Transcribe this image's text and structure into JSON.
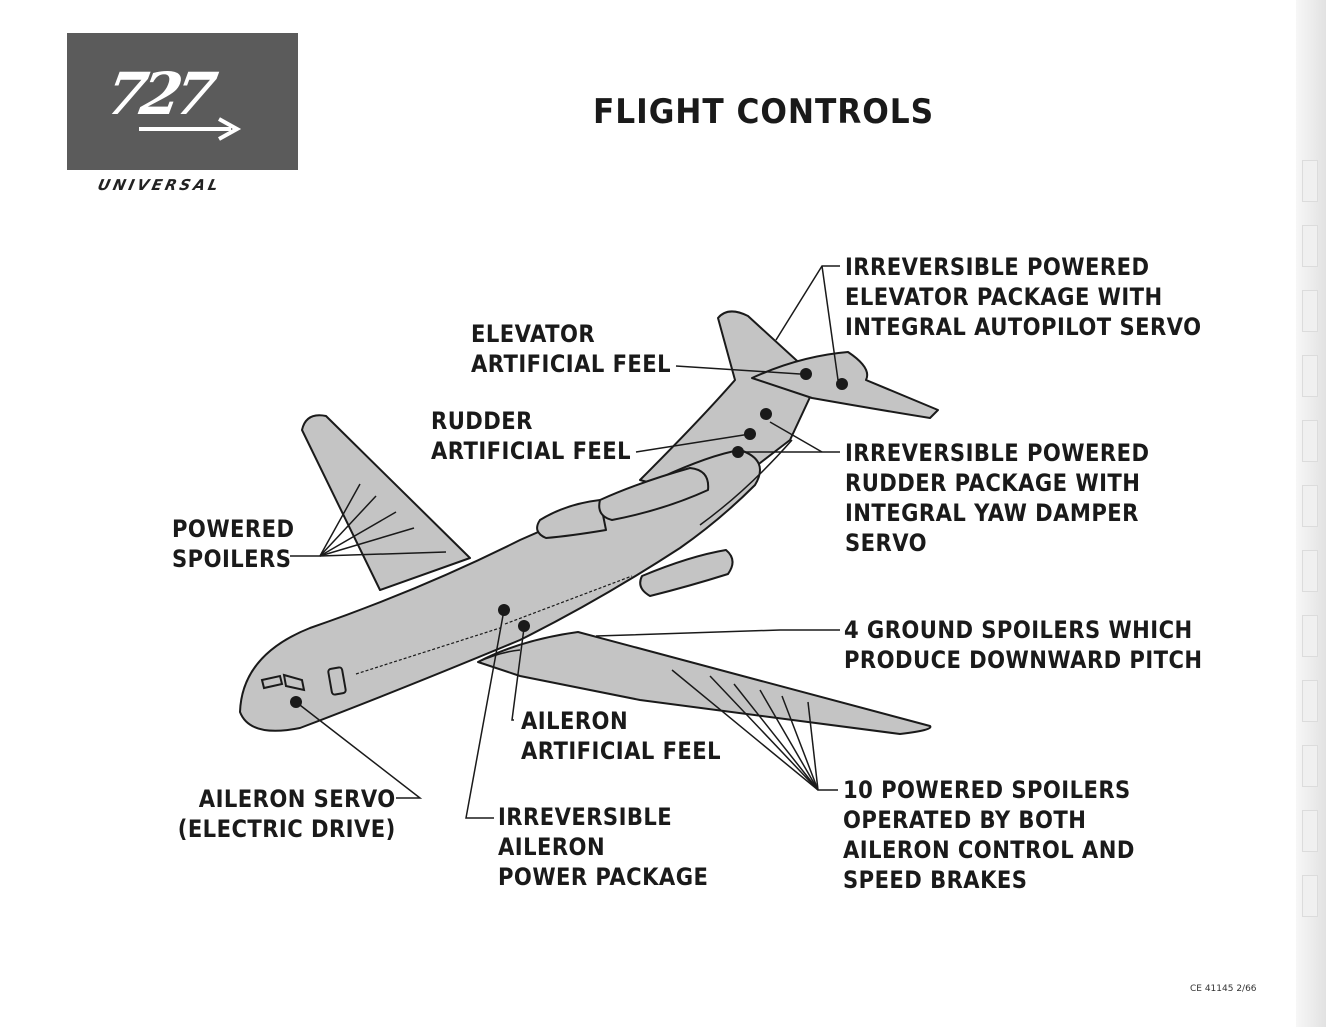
{
  "logo": {
    "model": "727",
    "subtitle": "UNIVERSAL"
  },
  "title": "FLIGHT CONTROLS",
  "labels": {
    "elevator_package": [
      "IRREVERSIBLE POWERED",
      "ELEVATOR PACKAGE WITH",
      "INTEGRAL AUTOPILOT SERVO"
    ],
    "elevator_feel": [
      "ELEVATOR",
      "ARTIFICIAL FEEL"
    ],
    "rudder_feel": [
      "RUDDER",
      "ARTIFICIAL FEEL"
    ],
    "rudder_package": [
      "IRREVERSIBLE POWERED",
      "RUDDER PACKAGE WITH",
      "INTEGRAL YAW DAMPER",
      "SERVO"
    ],
    "powered_spoilers": [
      "POWERED",
      "SPOILERS"
    ],
    "ground_spoilers": [
      "4 GROUND SPOILERS WHICH",
      "PRODUCE DOWNWARD PITCH"
    ],
    "aileron_feel": [
      "AILERON",
      "ARTIFICIAL FEEL"
    ],
    "aileron_servo": [
      "AILERON SERVO",
      "(ELECTRIC DRIVE)"
    ],
    "aileron_package": [
      "IRREVERSIBLE",
      "AILERON",
      "POWER PACKAGE"
    ],
    "ten_spoilers": [
      "10 POWERED SPOILERS",
      "OPERATED BY BOTH",
      "AILERON CONTROL AND",
      "SPEED BRAKES"
    ]
  },
  "footer_code": "CE 41145 2/66",
  "colors": {
    "aircraft_fill": "#c4c4c4",
    "logo_bg": "#5b5b5b",
    "line": "#1a1a1a"
  }
}
